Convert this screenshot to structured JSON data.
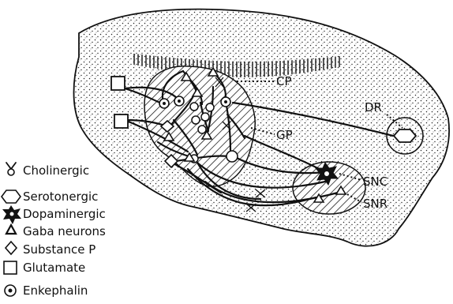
{
  "structure_labels": {
    "cp": "CP",
    "gp": "GP",
    "dr": "DR",
    "snc": "SNC",
    "snr": "SNR"
  },
  "legend": [
    {
      "icon": "cholinergic-neuron-icon",
      "label": "Cholinergic"
    },
    {
      "icon": "serotonergic-neuron-icon",
      "label": "Serotonergic"
    },
    {
      "icon": "dopaminergic-neuron-icon",
      "label": "Dopaminergic"
    },
    {
      "icon": "gaba-neuron-icon",
      "label": "Gaba neurons"
    },
    {
      "icon": "substance-p-neuron-icon",
      "label": "Substance P"
    },
    {
      "icon": "glutamate-neuron-icon",
      "label": "Glutamate"
    },
    {
      "icon": "enkephalin-neuron-icon",
      "label": "Enkephalin"
    }
  ],
  "colors": {
    "ink": "#111111",
    "background": "#ffffff"
  }
}
